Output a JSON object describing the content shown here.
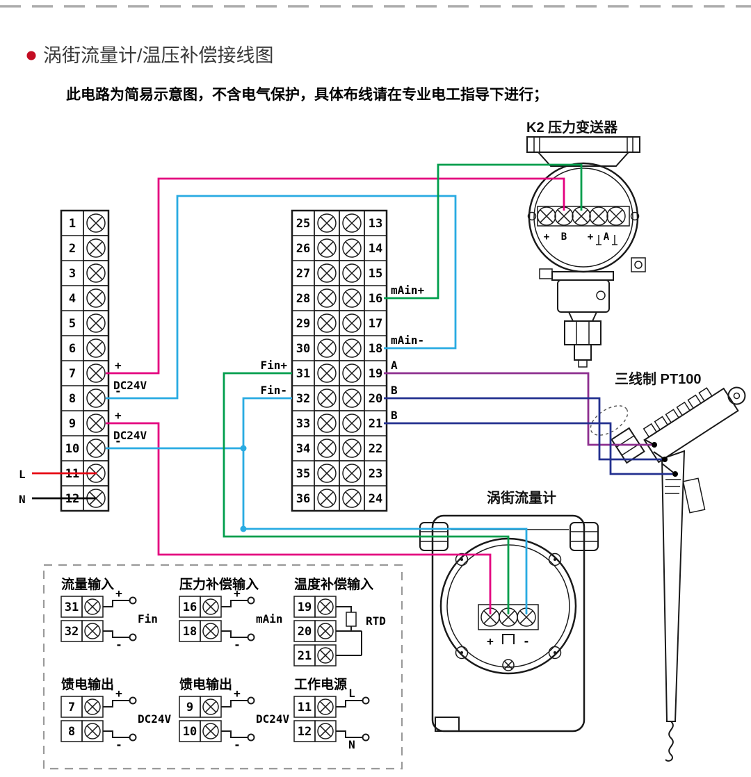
{
  "page": {
    "title": "涡街流量计/温压补偿接线图",
    "subtitle": "此电路为简易示意图，不含电气保护，具体布线请在专业电工指导下进行；"
  },
  "colors": {
    "magenta": "#e4007f",
    "cyan": "#29abe2",
    "green": "#009e4c",
    "purple": "#8d2f8f",
    "navy": "#23308f",
    "red": "#e60012",
    "black": "#000000",
    "bullet": "#c30d23"
  },
  "blocks": {
    "left": {
      "numbers": [
        "1",
        "2",
        "3",
        "4",
        "5",
        "6",
        "7",
        "8",
        "9",
        "10",
        "11",
        "12"
      ],
      "plus1": "+",
      "dc1": "DC24V",
      "minus1": "-",
      "plus2": "+",
      "dc2": "DC24V",
      "minus2": "-",
      "line_l": "L",
      "line_n": "N"
    },
    "middle": {
      "left_numbers": [
        "25",
        "26",
        "27",
        "28",
        "29",
        "30",
        "31",
        "32",
        "33",
        "34",
        "35",
        "36"
      ],
      "right_numbers": [
        "13",
        "14",
        "15",
        "16",
        "17",
        "18",
        "19",
        "20",
        "21",
        "22",
        "23",
        "24"
      ],
      "labels": {
        "main_plus": "mAin+",
        "main_minus": "mAin-",
        "fin_plus": "Fin+",
        "fin_minus": "Fin-",
        "a": "A",
        "b1": "B",
        "b2": "B"
      }
    }
  },
  "devices": {
    "transmitter": {
      "title": "K2 压力变送器",
      "terminals": [
        "+",
        "B",
        "+",
        "A"
      ]
    },
    "pt100": {
      "title": "三线制 PT100"
    },
    "flowmeter": {
      "title": "涡街流量计",
      "plus": "+",
      "minus": "-"
    }
  },
  "legend": {
    "items": [
      {
        "title": "流量输入",
        "terminals": [
          "31",
          "32"
        ],
        "plus": "+",
        "minus": "-",
        "label": "Fin"
      },
      {
        "title": "压力补偿输入",
        "terminals": [
          "16",
          "18"
        ],
        "plus": "+",
        "minus": "-",
        "label": "mAin"
      },
      {
        "title": "温度补偿输入",
        "terminals": [
          "19",
          "20",
          "21"
        ],
        "label": "RTD"
      },
      {
        "title": "馈电输出",
        "terminals": [
          "7",
          "8"
        ],
        "plus": "+",
        "minus": "-",
        "label": "DC24V"
      },
      {
        "title": "馈电输出",
        "terminals": [
          "9",
          "10"
        ],
        "plus": "+",
        "minus": "-",
        "label": "DC24V"
      },
      {
        "title": "工作电源",
        "terminals": [
          "11",
          "12"
        ],
        "top": "L",
        "bottom": "N"
      }
    ]
  }
}
